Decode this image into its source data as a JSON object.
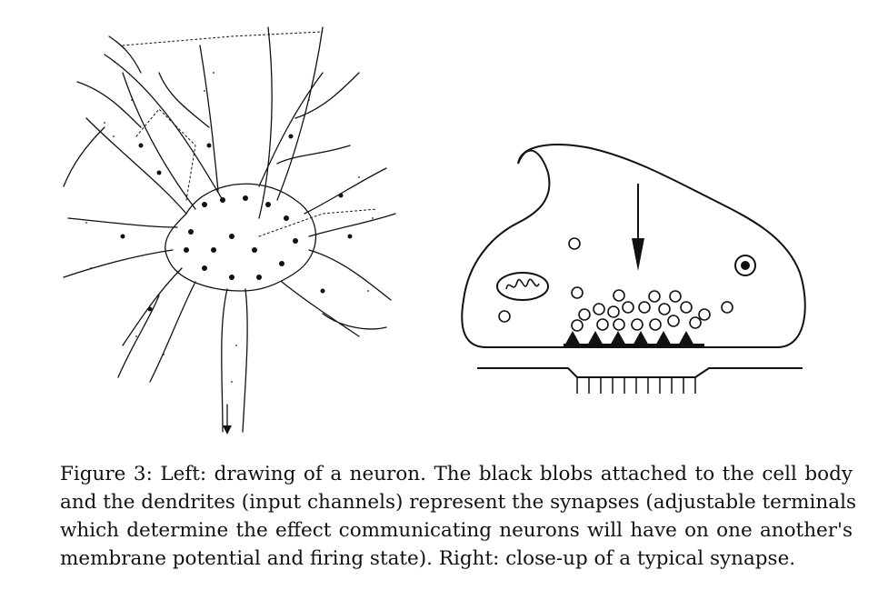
{
  "caption": {
    "lines": [
      "Figure 3: Left: drawing of a neuron. The black blobs attached to the cell body",
      "and the dendrites (input channels) represent the synapses (adjustable terminals",
      "which determine the effect communicating neurons will have on one another's",
      "membrane potential and firing state). Right: close-up of a typical synapse."
    ]
  },
  "figure": {
    "left_panel": "neuron drawing",
    "right_panel": "synapse close-up",
    "ink_color": "#111111"
  }
}
